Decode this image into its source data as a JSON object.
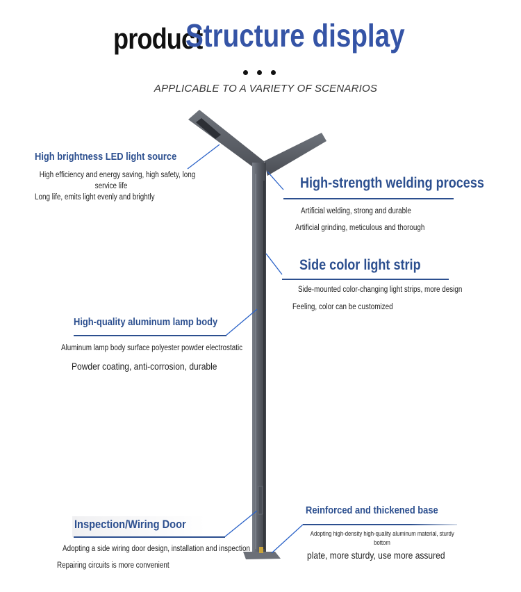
{
  "header": {
    "title_black": "product",
    "title_blue": "Structure display",
    "subtitle": "APPLICABLE TO A VARIETY OF SCENARIOS"
  },
  "features": {
    "led": {
      "title": "High brightness LED light source",
      "line1": "High efficiency and energy saving, high safety, long",
      "line2": "service life",
      "line3": "Long life, emits light evenly and brightly"
    },
    "welding": {
      "title": "High-strength welding process",
      "line1": "Artificial welding, strong and durable",
      "line2": "Artificial grinding, meticulous and thorough"
    },
    "strip": {
      "title": "Side color light strip",
      "line1": "Side-mounted color-changing light strips, more design",
      "line2": "Feeling, color can be customized"
    },
    "body": {
      "title": "High-quality aluminum lamp body",
      "line1": "Aluminum lamp body surface polyester powder electrostatic",
      "line2": "Powder coating, anti-corrosion, durable"
    },
    "door": {
      "title": "Inspection/Wiring Door",
      "line1": "Adopting a side wiring door design, installation and inspection",
      "line2": "Repairing circuits is more convenient"
    },
    "base": {
      "title": "Reinforced and thickened base",
      "line1": "Adopting high-density high-quality aluminum material, sturdy",
      "line2": "bottom",
      "line3": "plate, more sturdy, use more assured"
    }
  },
  "colors": {
    "accent_blue": "#3554a6",
    "feature_blue": "#2c4f8f",
    "pole_gray": "#5d6169",
    "leader_blue": "#2a62c8"
  },
  "icons": [
    "street-lamp-illustration"
  ]
}
